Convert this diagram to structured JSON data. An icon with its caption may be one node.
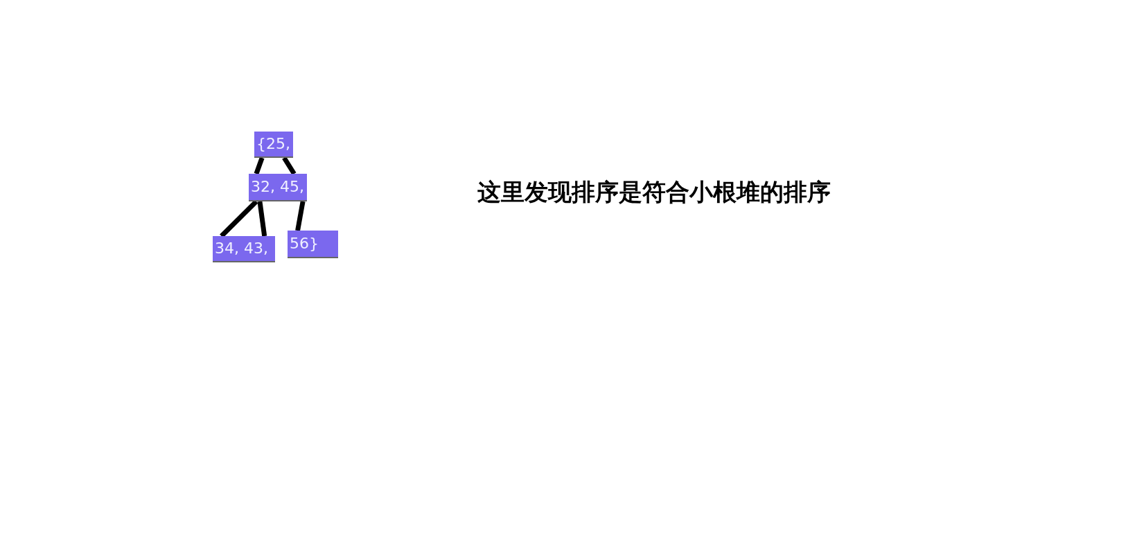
{
  "diagram": {
    "nodes": [
      {
        "text": [
          "{25,"
        ]
      },
      {
        "text": [
          "32, 45,"
        ]
      },
      {
        "text": [
          "34, 43,"
        ]
      },
      {
        "text": [
          "56}"
        ]
      }
    ],
    "edges": [
      {
        "from": 0,
        "to": 1,
        "arrow": "none"
      },
      {
        "from": 0,
        "to": 1,
        "arrow": "none"
      },
      {
        "from": 1,
        "to": 2,
        "arrow": "none"
      },
      {
        "from": 1,
        "to": 2,
        "arrow": "none"
      },
      {
        "from": 1,
        "to": 3,
        "arrow": "none"
      }
    ],
    "labels": [
      "这里发现排序是符合小根堆的排序"
    ]
  }
}
